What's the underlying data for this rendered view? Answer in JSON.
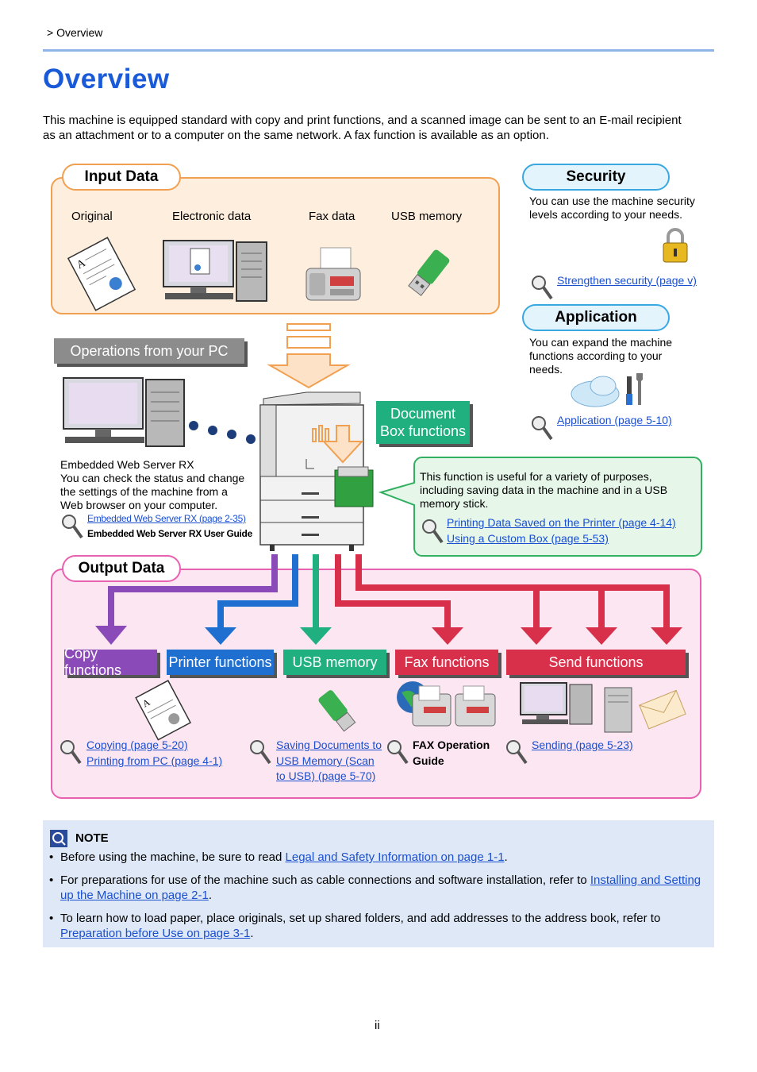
{
  "breadcrumb": "> Overview",
  "title": "Overview",
  "intro": "This machine is equipped standard with copy and print functions, and a scanned image can be sent to an E-mail recipient as an attachment or to a computer on the same network. A fax function is available as an option.",
  "input_data": {
    "heading": "Input Data",
    "items": [
      "Original",
      "Electronic data",
      "Fax data",
      "USB memory"
    ]
  },
  "security": {
    "heading": "Security",
    "text": "You can use the machine security levels according to your needs.",
    "link": "Strengthen security (page v)"
  },
  "application": {
    "heading": "Application",
    "text": "You can expand the machine functions according to your needs.",
    "link": "Application (page 5-10)"
  },
  "pc": {
    "heading": "Operations from your PC",
    "lines": [
      "Embedded Web Server RX",
      "You can check the status and change",
      "the settings of the machine from a",
      "Web browser on your computer."
    ],
    "link": "Embedded Web Server RX (page 2-35)",
    "guide": "Embedded Web Server RX User Guide"
  },
  "document_box": {
    "label_line1": "Document",
    "label_line2": "Box functions",
    "text": "This function is useful for a variety of purposes, including saving data in the machine and in a USB memory stick.",
    "link1": "Printing Data Saved on the Printer (page 4-14)",
    "link2": "Using a Custom Box (page 5-53)"
  },
  "output_data": {
    "heading": "Output Data",
    "buttons": [
      {
        "label": "Copy functions",
        "color": "#8a4ab8"
      },
      {
        "label": "Printer functions",
        "color": "#1f6fd0"
      },
      {
        "label": "USB memory",
        "color": "#20b080"
      },
      {
        "label": "Fax functions",
        "color": "#d8304a"
      },
      {
        "label": "Send functions",
        "color": "#d8304a"
      }
    ],
    "copy_links": [
      "Copying (page 5-20)",
      "Printing from PC (page 4-1)"
    ],
    "usb_links": [
      "Saving Documents to",
      "USB Memory (Scan",
      "to USB) (page 5-70)"
    ],
    "fax_guide": [
      "FAX Operation",
      "Guide"
    ],
    "send_link": "Sending (page 5-23)"
  },
  "note": {
    "heading": "NOTE",
    "items": [
      {
        "pre": "Before using the machine, be sure to read ",
        "link": "Legal and Safety Information on page 1-1",
        "post": "."
      },
      {
        "pre": "For preparations for use of the machine such as cable connections and software installation, refer to ",
        "link": "Installing and Setting up the Machine on page 2-1",
        "post": "."
      },
      {
        "pre": "To learn how to load paper, place originals, set up shared folders, and add addresses to the address book, refer to ",
        "link": "Preparation before Use on page 3-1",
        "post": "."
      }
    ]
  },
  "page_number": "ii"
}
